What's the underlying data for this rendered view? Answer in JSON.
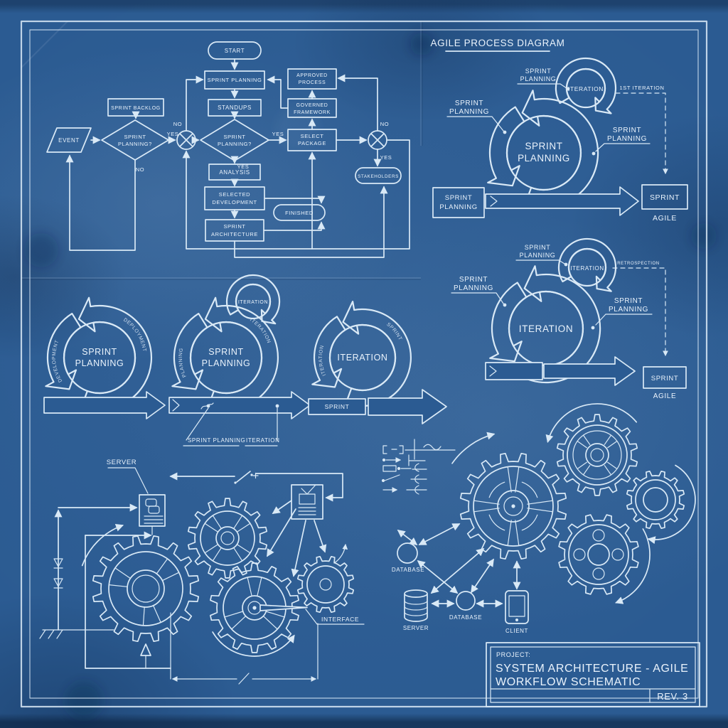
{
  "colors": {
    "background": "#2b5b92",
    "line": "#d9e9f6",
    "text": "#eaf3fc"
  },
  "labels": {
    "sprint": "SPRINT",
    "planning": "PLANNING",
    "iteration": "ITERATION",
    "agile": "AGILE",
    "sprint_planning": "SPRINT PLANNING"
  },
  "flowchart": {
    "start": "START",
    "plan": "SPRINT PLANNING",
    "standups": "STANDUPS",
    "decision_l1": "SPRINT",
    "decision_l2": "PLANNING?",
    "backlog": "SPRINT BACKLOG",
    "event": "EVENT",
    "select_l1": "SELECT",
    "select_l2": "PACKAGE",
    "governed_l1": "GOVERNED",
    "governed_l2": "FRAMEWORK",
    "approved_l1": "APPROVED",
    "approved_l2": "PROCESS",
    "analysis": "ANALYSIS",
    "dev_l1": "SELECTED",
    "dev_l2": "DEVELOPMENT",
    "finished": "FINISHED",
    "arch_l1": "SPRINT",
    "arch_l2": "ARCHITECTURE",
    "stakeholders": "STAKEHOLDERS",
    "yes": "YES",
    "no": "NO"
  },
  "agile1": {
    "title": "AGILE PROCESS DIAGRAM",
    "first_iteration": "1ST ITERATION"
  },
  "agile2": {
    "retro": "RETROSPECTION"
  },
  "cycles": {
    "c1_arc1": "DEVELOPMENT",
    "c1_arc2": "DEPLOYMENT",
    "c2_arc1": "PLANNING",
    "c2_arc2": "ITERATION",
    "c3_arc1": "ITERATION",
    "c3_arc2": "SPRINT",
    "bar_sprint": "SPRINT",
    "lbl_sprint_planning": "SPRINT PLANNING",
    "lbl_iteration": "ITERATION"
  },
  "mech": {
    "server": "SERVER",
    "interface": "INTERFACE"
  },
  "network": {
    "database": "DATABASE",
    "server": "SERVER",
    "client": "CLIENT"
  },
  "titleblock": {
    "project": "PROJECT:",
    "line1": "SYSTEM ARCHITECTURE - AGILE",
    "line2": "WORKFLOW SCHEMATIC",
    "rev": "REV. 3"
  }
}
